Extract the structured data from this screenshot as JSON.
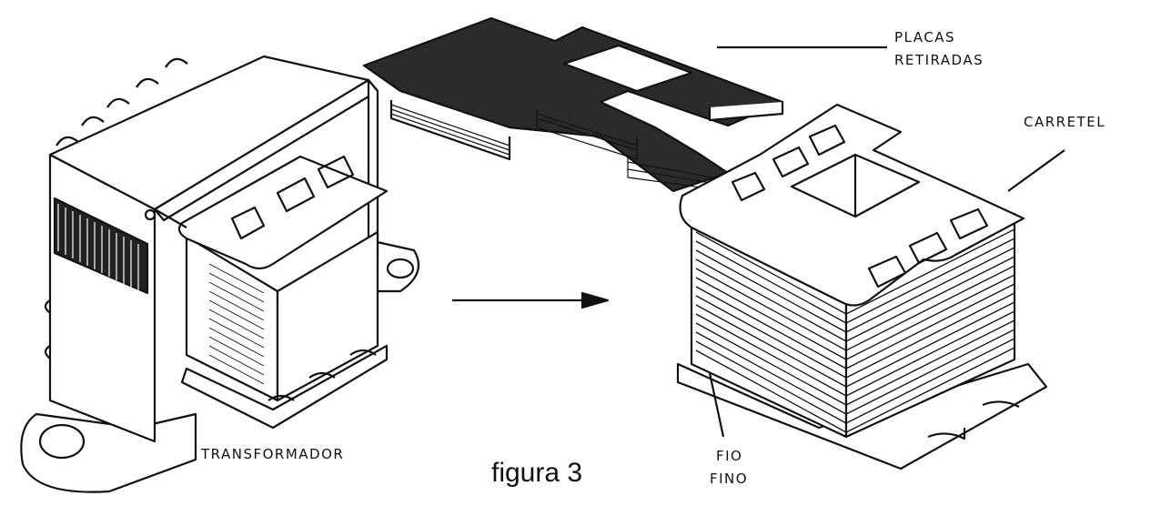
{
  "labels": {
    "plates_line1": "PLACAS",
    "plates_line2": "RETIRADAS",
    "bobbin": "CARRETEL",
    "transformer": "TRANSFORMADOR",
    "wire_line1": "FIO",
    "wire_line2": "FINO"
  },
  "caption": "figura 3",
  "colors": {
    "ink": "#111111",
    "paper": "#ffffff",
    "plate": "#2b2b2b"
  }
}
